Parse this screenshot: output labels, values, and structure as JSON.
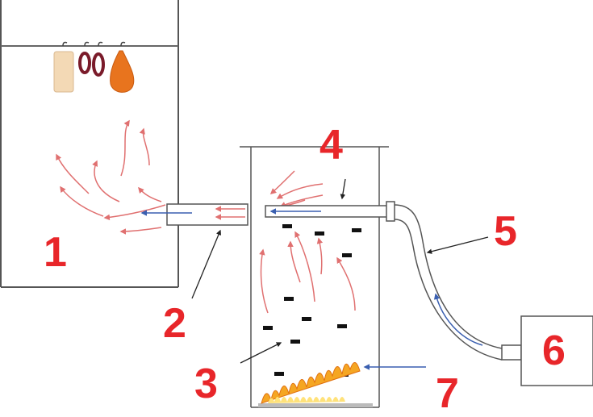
{
  "diagram": {
    "labels": [
      {
        "id": "1",
        "text": "1"
      },
      {
        "id": "2",
        "text": "2"
      },
      {
        "id": "3",
        "text": "3"
      },
      {
        "id": "4",
        "text": "4"
      },
      {
        "id": "5",
        "text": "5"
      },
      {
        "id": "6",
        "text": "6"
      },
      {
        "id": "7",
        "text": "7"
      }
    ],
    "colors": {
      "label": "#e8262a",
      "smoke_arrow": "#e07070",
      "air_arrow": "#3a5fb0",
      "outline": "#555555",
      "flame_outer": "#f5a623",
      "flame_inner": "#ffe27a",
      "meat_fat": "#f3d9b5",
      "sausage": "#7a1b2a",
      "ham": "#e8741e"
    },
    "icons": [
      "sausage-icon",
      "ham-icon",
      "bacon-icon",
      "fire-icon",
      "wood-chip-icon"
    ]
  }
}
